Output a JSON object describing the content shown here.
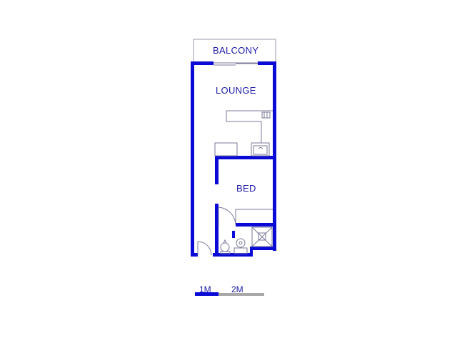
{
  "rooms": {
    "balcony": "BALCONY",
    "lounge": "LOUNGE",
    "bed": "BED"
  },
  "scale": {
    "first": "1M",
    "second": "2M"
  },
  "colors": {
    "wall": "#0a0ad6",
    "fixture": "#7a7a9a",
    "label": "#1a1aa6",
    "scale_secondary": "#a8a8a8"
  }
}
